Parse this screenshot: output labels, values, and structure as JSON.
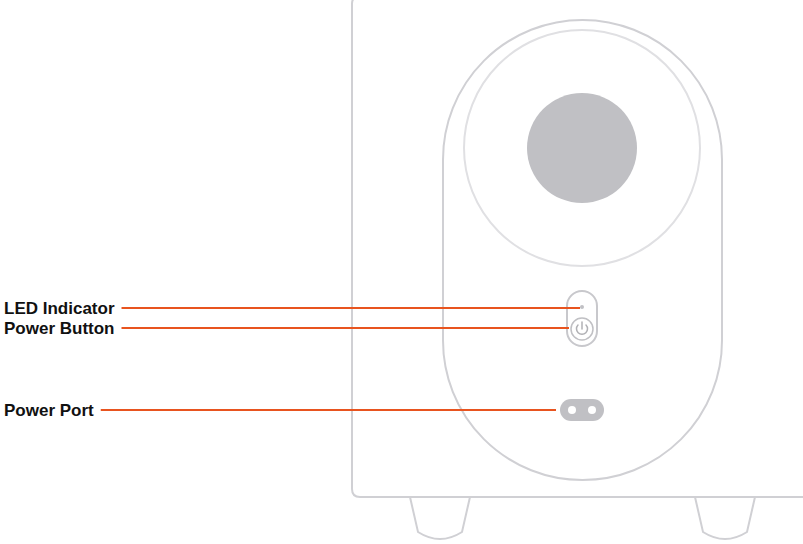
{
  "diagram": {
    "labels": [
      "LED Indicator",
      "Power Button",
      "Power Port"
    ]
  }
}
